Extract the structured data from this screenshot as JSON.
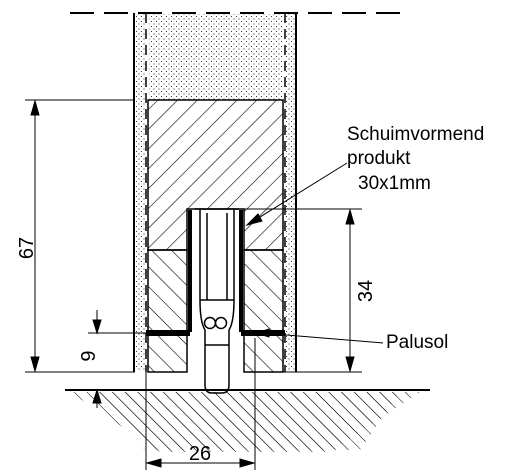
{
  "labels": {
    "product_line1": "Schuimvormend",
    "product_line2": "produkt",
    "product_line3": "30x1mm",
    "palusol": "Palusol"
  },
  "dimensions": {
    "total_height": "67",
    "insert_height": "34",
    "gap_height": "9",
    "width": "26"
  },
  "colors": {
    "ink": "#000000",
    "paper": "#ffffff"
  }
}
